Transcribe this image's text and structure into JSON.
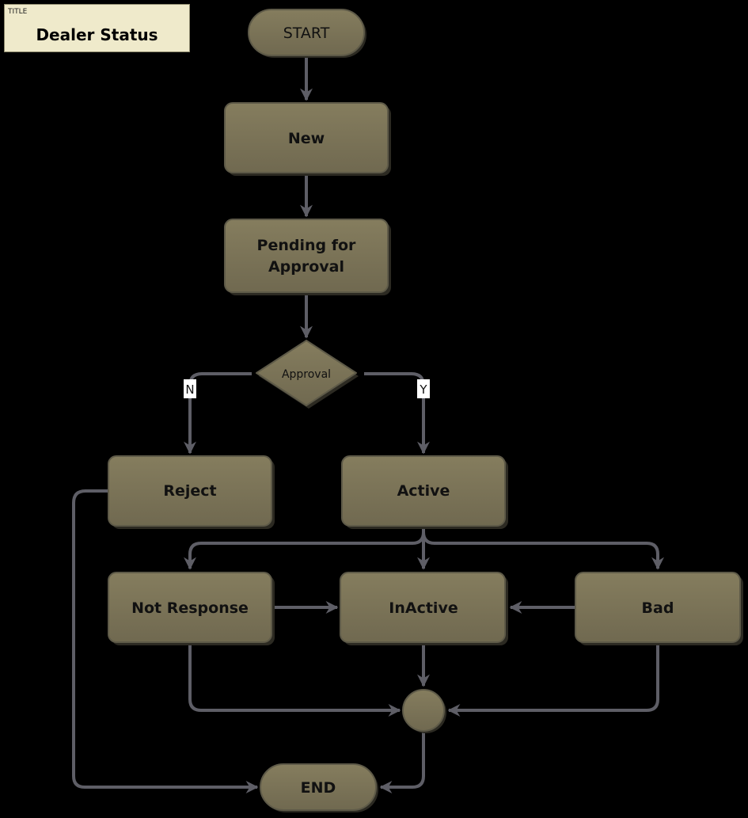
{
  "title_box": {
    "caption": "TITLE",
    "title": "Dealer Status"
  },
  "nodes": {
    "start": "START",
    "new": "New",
    "pending_line1": "Pending for",
    "pending_line2": "Approval",
    "decision": "Approval",
    "reject": "Reject",
    "active": "Active",
    "not_response": "Not Response",
    "inactive": "InActive",
    "bad": "Bad",
    "end": "END"
  },
  "edge_labels": {
    "no": "N",
    "yes": "Y"
  },
  "colors": {
    "background": "#000000",
    "node_fill": "#7d7557",
    "node_stroke": "#5e5a48",
    "connector": "#5e5e66",
    "title_fill": "#efeacb"
  }
}
